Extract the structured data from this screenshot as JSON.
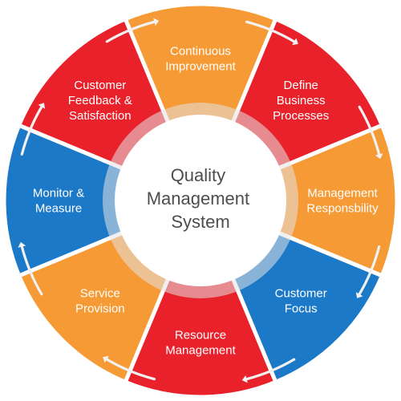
{
  "center": {
    "lines": [
      "Quality",
      "Management",
      "System"
    ]
  },
  "segments": [
    {
      "lines": [
        "Continuous",
        "Improvement"
      ],
      "color": "#f59a34"
    },
    {
      "lines": [
        "Define",
        "Business",
        "Processes"
      ],
      "color": "#e8212b"
    },
    {
      "lines": [
        "Management",
        "Responsbility"
      ],
      "color": "#f59a34"
    },
    {
      "lines": [
        "Customer",
        "Focus"
      ],
      "color": "#1c79c8"
    },
    {
      "lines": [
        "Resource",
        "Management"
      ],
      "color": "#e8212b"
    },
    {
      "lines": [
        "Service",
        "Provision"
      ],
      "color": "#f59a34"
    },
    {
      "lines": [
        "Monitor &",
        "Measure"
      ],
      "color": "#1c79c8"
    },
    {
      "lines": [
        "Customer",
        "Feedback &",
        "Satisfaction"
      ],
      "color": "#e8212b"
    }
  ],
  "colors": {
    "ring_separator": "#ffffff",
    "inner_halo": "#e3e3e3",
    "center_fill": "#ffffff",
    "center_text": "#4d4d4d",
    "arrow": "#f2f2f2"
  }
}
